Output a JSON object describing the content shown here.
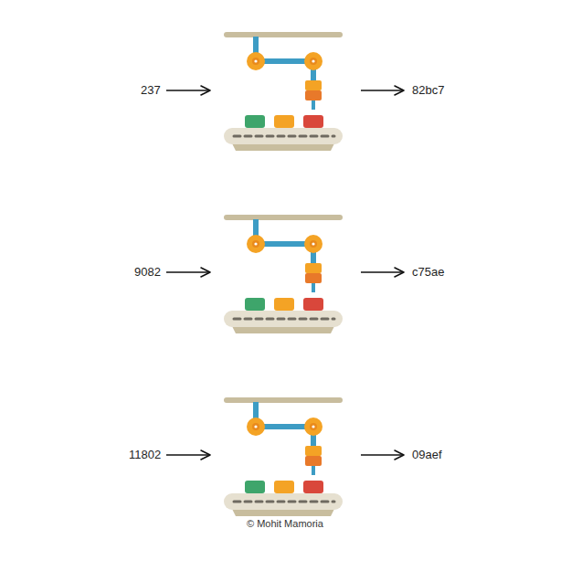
{
  "diagram": {
    "labels": [
      "237",
      "82bc7",
      "9082",
      "c75ae",
      "11802",
      "09aef",
      "© Mohit Mamoria"
    ]
  }
}
